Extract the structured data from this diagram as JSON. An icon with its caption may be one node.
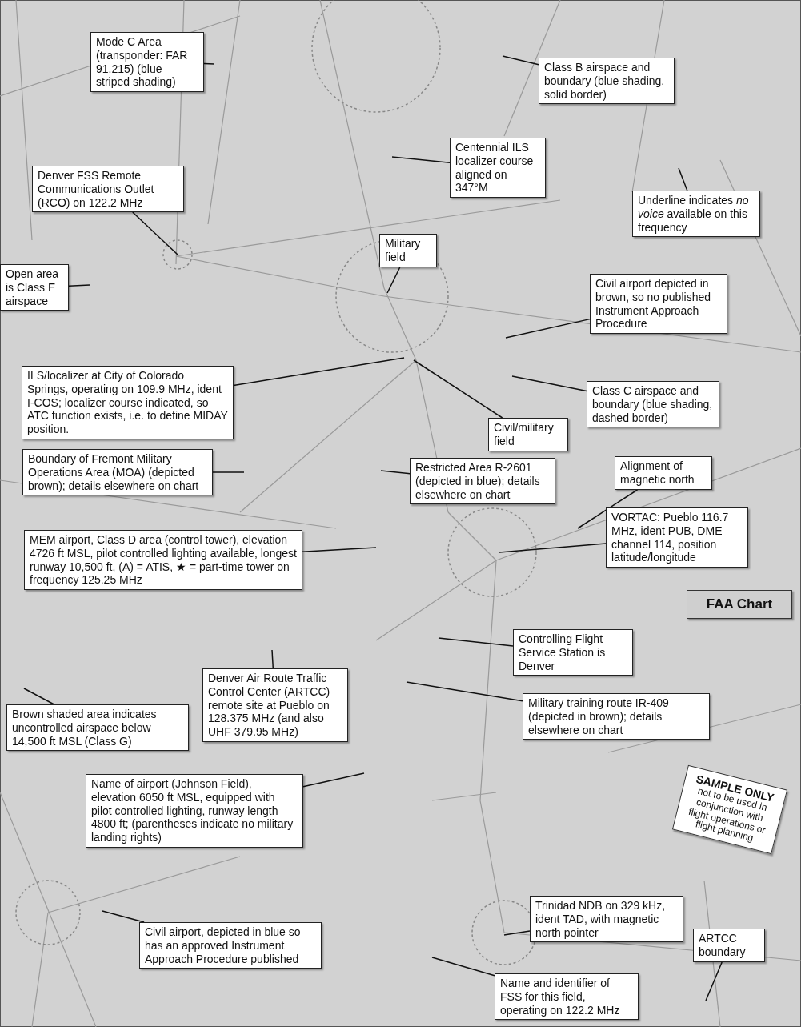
{
  "diagram": {
    "nodes": [
      {
        "text": [
          "Mode C Area (transponder: FAR 91.215) (blue striped shading)"
        ]
      },
      {
        "text": [
          "Class B airspace and boundary (blue shading, solid border)"
        ]
      },
      {
        "text": [
          "Centennial ILS localizer course aligned on 347°M"
        ]
      },
      {
        "text": [
          "Denver FSS Remote Communications Outlet (RCO) on 122.2 MHz"
        ]
      },
      {
        "text": [
          "Underline indicates *no voice* available on this frequency"
        ]
      },
      {
        "text": [
          "Military field"
        ]
      },
      {
        "text": [
          "Open area is Class E airspace"
        ]
      },
      {
        "text": [
          "Civil airport depicted in brown, so no published Instrument Approach Procedure"
        ]
      },
      {
        "text": [
          "ILS/localizer at City of Colorado Springs, operating on 109.9 MHz, ident I-COS; localizer course indicated, so ATC function exists, i.e. to define MIDAY position."
        ]
      },
      {
        "text": [
          "Class C airspace and boundary (blue shading, dashed border)"
        ]
      },
      {
        "text": [
          "Civil/military field"
        ]
      },
      {
        "text": [
          "Boundary of Fremont Military Operations Area (MOA) (depicted brown); details elsewhere on chart"
        ]
      },
      {
        "text": [
          "Restricted Area R-2601 (depicted in blue); details elsewhere on chart"
        ]
      },
      {
        "text": [
          "Alignment of magnetic north"
        ]
      },
      {
        "text": [
          "MEM airport, Class D area (control tower), elevation 4726 ft MSL, pilot controlled lighting available, longest runway 10,500 ft, (A) = ATIS, ★ = part-time tower on frequency 125.25 MHz"
        ]
      },
      {
        "text": [
          "VORTAC: Pueblo 116.7 MHz, ident PUB, DME channel 114, position latitude/longitude"
        ]
      },
      {
        "text": [
          "FAA Chart"
        ]
      },
      {
        "text": [
          "Controlling Flight Service Station is Denver"
        ]
      },
      {
        "text": [
          "Denver Air Route Traffic Control Center (ARTCC) remote site at Pueblo on 128.375 MHz (and also UHF 379.95 MHz)"
        ]
      },
      {
        "text": [
          "Military training route IR-409 (depicted in brown); details elsewhere on chart"
        ]
      },
      {
        "text": [
          "Brown shaded area indicates uncontrolled airspace below 14,500 ft MSL (Class G)"
        ]
      },
      {
        "text": [
          "SAMPLE ONLY",
          "not to be used in conjunction with flight operations or flight planning"
        ]
      },
      {
        "text": [
          "Name of airport (Johnson Field), elevation 6050 ft MSL, equipped with pilot controlled lighting, runway length 4800 ft; (parentheses indicate no military landing rights)"
        ]
      },
      {
        "text": [
          "Civil airport, depicted in blue so has an approved Instrument Approach Procedure published"
        ]
      },
      {
        "text": [
          "Trinidad NDB on 329 kHz, ident TAD, with magnetic north pointer"
        ]
      },
      {
        "text": [
          "ARTCC boundary"
        ]
      },
      {
        "text": [
          "Name and identifier of FSS for this field, operating on 122.2 MHz"
        ]
      }
    ],
    "edges": [
      {
        "from": 0,
        "to": null,
        "arrow": "none"
      },
      {
        "from": 1,
        "to": null,
        "arrow": "none"
      },
      {
        "from": 2,
        "to": null,
        "arrow": "none"
      },
      {
        "from": 3,
        "to": null,
        "arrow": "none"
      },
      {
        "from": 4,
        "to": null,
        "arrow": "none"
      },
      {
        "from": 5,
        "to": null,
        "arrow": "none"
      },
      {
        "from": 6,
        "to": null,
        "arrow": "none"
      },
      {
        "from": 7,
        "to": null,
        "arrow": "none"
      },
      {
        "from": 8,
        "to": null,
        "arrow": "none"
      },
      {
        "from": 9,
        "to": null,
        "arrow": "none"
      },
      {
        "from": 10,
        "to": null,
        "arrow": "none"
      },
      {
        "from": 11,
        "to": null,
        "arrow": "none"
      },
      {
        "from": 12,
        "to": null,
        "arrow": "none"
      },
      {
        "from": 13,
        "to": null,
        "arrow": "none"
      },
      {
        "from": 14,
        "to": null,
        "arrow": "none"
      },
      {
        "from": 15,
        "to": null,
        "arrow": "none"
      },
      {
        "from": 17,
        "to": null,
        "arrow": "none"
      },
      {
        "from": 18,
        "to": null,
        "arrow": "none"
      },
      {
        "from": 19,
        "to": null,
        "arrow": "none"
      },
      {
        "from": 20,
        "to": null,
        "arrow": "none"
      },
      {
        "from": 22,
        "to": null,
        "arrow": "none"
      },
      {
        "from": 23,
        "to": null,
        "arrow": "none"
      },
      {
        "from": 24,
        "to": null,
        "arrow": "none"
      },
      {
        "from": 25,
        "to": null,
        "arrow": "none"
      },
      {
        "from": 26,
        "to": null,
        "arrow": "none"
      }
    ]
  }
}
